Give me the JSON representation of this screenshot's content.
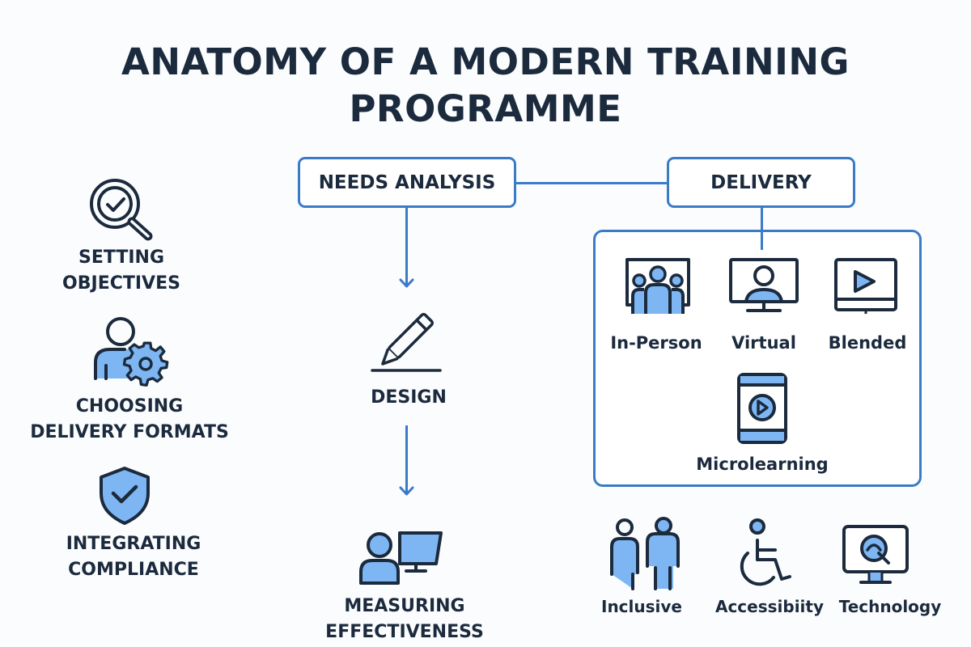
{
  "title": {
    "line1": "ANATOMY OF A MODERN TRAINING",
    "line2": "PROGRAMME"
  },
  "colors": {
    "ink": "#1b2a3d",
    "accent_blue": "#3a7bc8",
    "fill_light_blue": "#7db6f2",
    "background": "#fbfcfd"
  },
  "left_column": [
    {
      "icon": "magnifier-check-icon",
      "line1": "SETTING",
      "line2": "OBJECTIVES"
    },
    {
      "icon": "person-gear-icon",
      "line1": "CHOOSING",
      "line2": "DELIVERY FORMATS"
    },
    {
      "icon": "shield-check-icon",
      "line1": "INTEGRATING",
      "line2": "COMPLIANCE"
    }
  ],
  "flow": {
    "needs_analysis": "NEEDS ANALYSIS",
    "design": {
      "icon": "pencil-icon",
      "label": "DESIGN"
    },
    "measuring": {
      "icon": "person-monitor-icon",
      "line1": "MEASURING",
      "line2": "EFFECTIVENESS"
    },
    "delivery": "DELIVERY"
  },
  "delivery_formats": [
    {
      "icon": "group-presentation-icon",
      "label": "In-Person"
    },
    {
      "icon": "video-call-icon",
      "label": "Virtual"
    },
    {
      "icon": "video-player-icon",
      "label": "Blended"
    },
    {
      "icon": "mobile-video-icon",
      "label": "Microlearning"
    }
  ],
  "bottom_row": [
    {
      "icon": "people-icon",
      "label": "Inclusive"
    },
    {
      "icon": "wheelchair-icon",
      "label": "Accessibiity"
    },
    {
      "icon": "monitor-search-icon",
      "label": "Technology"
    }
  ]
}
